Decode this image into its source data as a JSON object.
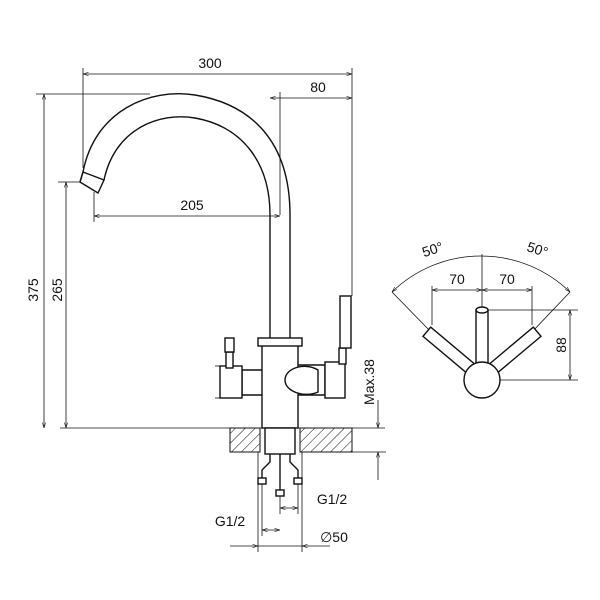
{
  "dimensions": {
    "total_width": "300",
    "spout_offset": "80",
    "spout_reach": "205",
    "total_height": "375",
    "spout_height": "265",
    "max_thickness": "Max.38",
    "thread_right": "G1/2",
    "thread_left": "G1/2",
    "diameter": "∅50"
  },
  "side_view": {
    "angle_left": "50°",
    "angle_right": "50°",
    "offset_left": "70",
    "offset_right": "70",
    "handle_height": "88"
  },
  "colors": {
    "ink": "#111111",
    "background": "#ffffff"
  }
}
